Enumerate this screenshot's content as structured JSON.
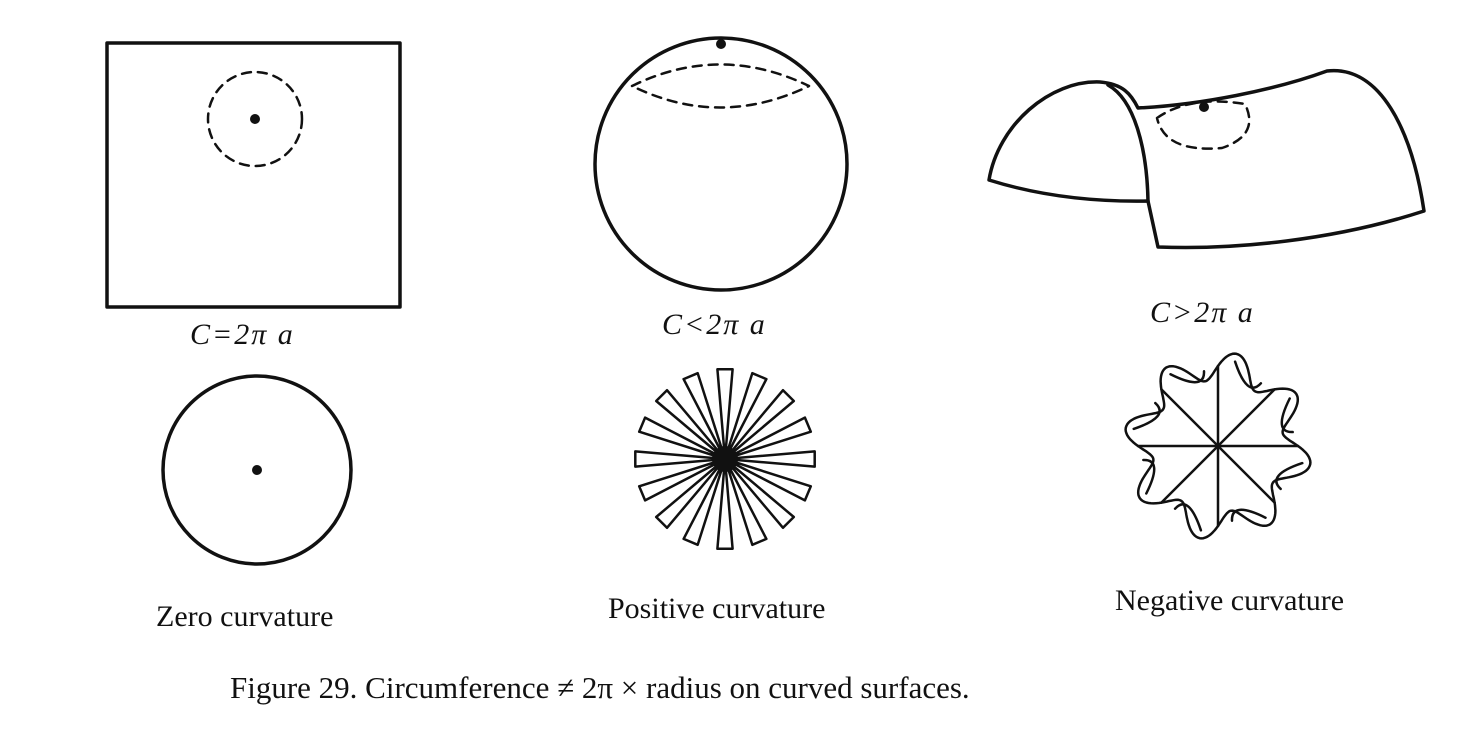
{
  "panels": {
    "flat": {
      "formula": "C=2π a",
      "label": "Zero curvature"
    },
    "sphere": {
      "formula": "C<2π a",
      "label": "Positive curvature"
    },
    "saddle": {
      "formula": "C>2π a",
      "label": "Negative curvature"
    }
  },
  "caption": "Figure 29. Circumference ≠ 2π × radius on curved surfaces.",
  "colors": {
    "ink": "#111111",
    "paper": "#ffffff"
  }
}
